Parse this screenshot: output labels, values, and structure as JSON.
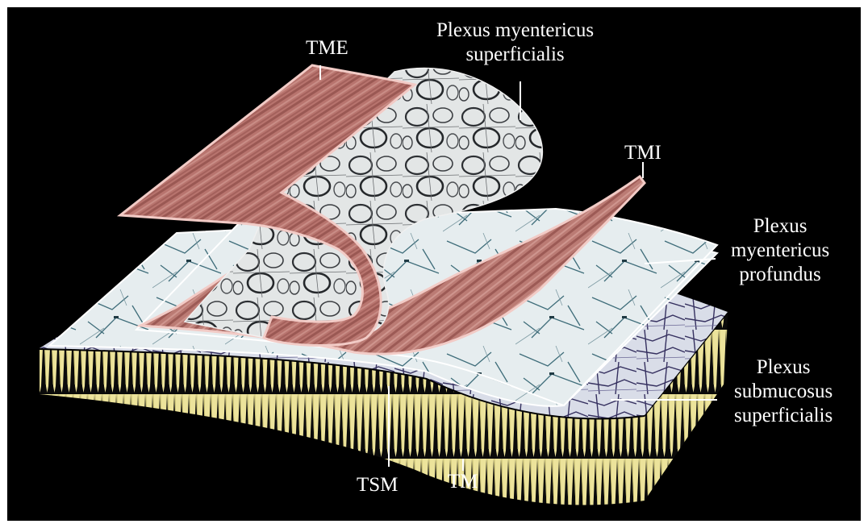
{
  "labels": {
    "tme": "TME",
    "plexus_myentericus_superficialis": [
      "Plexus myentericus",
      "superficialis"
    ],
    "tmi": "TMI",
    "plexus_myentericus_profundus": [
      "Plexus",
      "myentericus",
      "profundus"
    ],
    "plexus_submucosus_superficialis": [
      "Plexus",
      "submucosus",
      "superficialis"
    ],
    "tsm": "TSM",
    "tm": "TM"
  },
  "colors": {
    "background": "#000000",
    "muscle": "#b5726c",
    "muscle_edge": "#f1c9c4",
    "plexus_sheet": "#dfe7ea",
    "network": "#2b2f33",
    "villi": "#ece39b",
    "submucosa_fiber": "#3a3566"
  }
}
